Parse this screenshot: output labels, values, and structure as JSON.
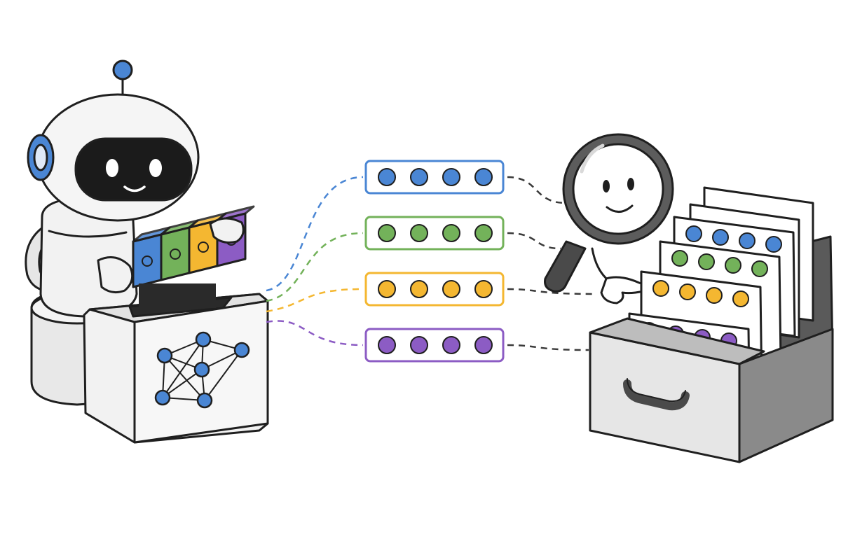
{
  "colors": {
    "blue": "#4a86d4",
    "green": "#73b25a",
    "yellow": "#f4b731",
    "purple": "#8c5cc4",
    "ink": "#1f1f1f",
    "robot_body": "#f2f2f2",
    "drawer_body": "#d9d9d9",
    "background": "#ffffff"
  },
  "icons": {
    "robot": "robot-icon",
    "encoder_box": "neural-network-encoder-icon",
    "magnifier": "magnifying-glass-character-icon",
    "file_drawer": "file-drawer-icon"
  },
  "vectors": [
    {
      "color_key": "blue",
      "dots": 4
    },
    {
      "color_key": "green",
      "dots": 4
    },
    {
      "color_key": "yellow",
      "dots": 4
    },
    {
      "color_key": "purple",
      "dots": 4
    }
  ],
  "blocks": [
    "blue",
    "green",
    "yellow",
    "purple"
  ],
  "drawer_cards": [
    "blue",
    "green",
    "yellow",
    "purple"
  ]
}
